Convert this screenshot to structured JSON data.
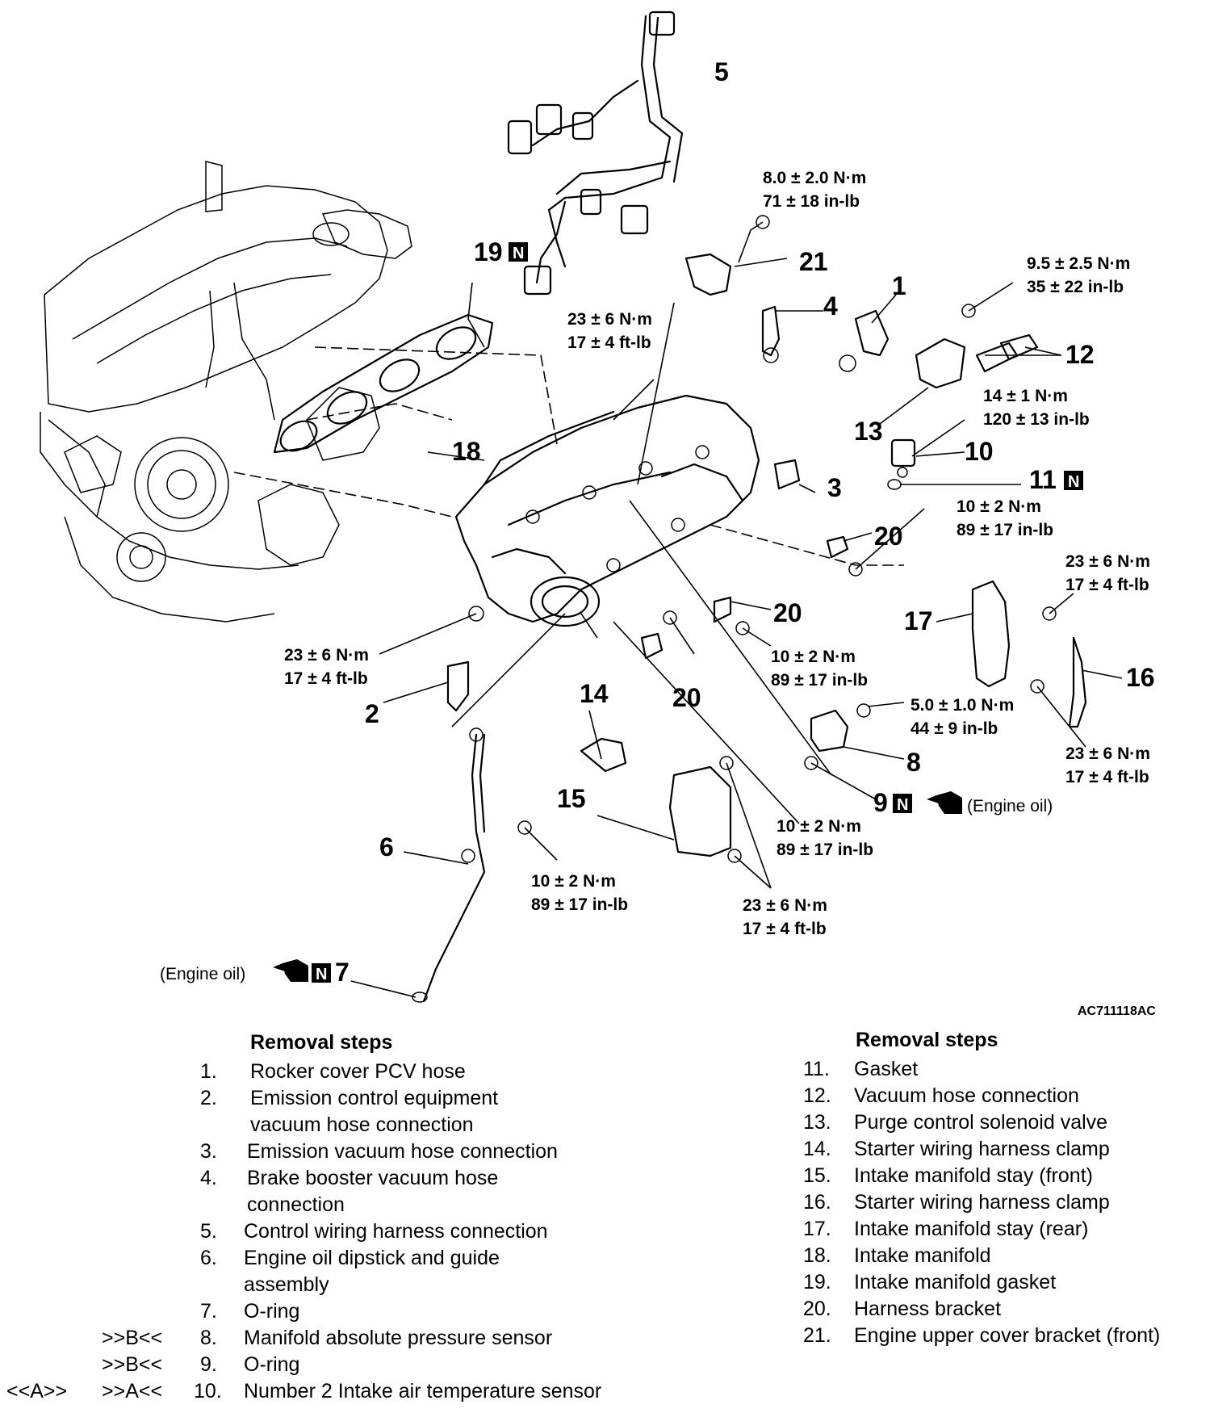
{
  "callouts": {
    "c1": "1",
    "c2": "2",
    "c3": "3",
    "c4": "4",
    "c5": "5",
    "c6": "6",
    "c7": "7",
    "c8": "8",
    "c9": "9",
    "c10": "10",
    "c11": "11",
    "c12": "12",
    "c13": "13",
    "c14": "14",
    "c15": "15",
    "c16": "16",
    "c17": "17",
    "c18": "18",
    "c19": "19",
    "c20a": "20",
    "c20b": "20",
    "c20c": "20",
    "c21": "21"
  },
  "badge": "N",
  "engine_oil_note": "(Engine oil)",
  "torque": {
    "t21_a": "8.0 ± 2.0 N·m",
    "t21_b": "71 ± 18 in-lb",
    "t18_a": "23 ± 6 N·m",
    "t18_b": "17 ± 4 ft-lb",
    "t13_a": "9.5 ± 2.5 N·m",
    "t13_b": "35 ± 22 in-lb",
    "t10_a": "14 ± 1 N·m",
    "t10_b": "120 ± 13 in-lb",
    "t20r_a": "10 ± 2 N·m",
    "t20r_b": "89 ± 17 in-lb",
    "t17_a": "23 ± 6 N·m",
    "t17_b": "17 ± 4 ft-lb",
    "tleft_a": "23 ± 6 N·m",
    "tleft_b": "17 ± 4 ft-lb",
    "t20m_a": "10 ± 2 N·m",
    "t20m_b": "89 ± 17 in-lb",
    "t8_a": "5.0 ± 1.0 N·m",
    "t8_b": "44 ± 9 in-lb",
    "t16_a": "23 ± 6 N·m",
    "t16_b": "17 ± 4 ft-lb",
    "t15_a": "10 ± 2 N·m",
    "t15_b": "89 ± 17 in-lb",
    "t6_a": "10 ± 2 N·m",
    "t6_b": "89 ± 17 in-lb",
    "t15b_a": "23 ± 6 N·m",
    "t15b_b": "17 ± 4 ft-lb"
  },
  "figure_code": "AC711118AC",
  "left_list": {
    "heading": "Removal steps",
    "rows": [
      {
        "mark1": "",
        "mark2": "",
        "num": "1.",
        "text": "Rocker cover PCV hose"
      },
      {
        "mark1": "",
        "mark2": "",
        "num": "2.",
        "text": "Emission control equipment"
      },
      {
        "mark1": "",
        "mark2": "",
        "num": "",
        "text": "vacuum hose connection"
      },
      {
        "mark1": "",
        "mark2": "",
        "num": "3.",
        "text": "Emission vacuum hose connection"
      },
      {
        "mark1": "",
        "mark2": "",
        "num": "4.",
        "text": "Brake booster vacuum hose"
      },
      {
        "mark1": "",
        "mark2": "",
        "num": "",
        "text": "connection"
      },
      {
        "mark1": "",
        "mark2": "",
        "num": "5.",
        "text": "Control wiring harness connection"
      },
      {
        "mark1": "",
        "mark2": "",
        "num": "6.",
        "text": "Engine oil dipstick and guide"
      },
      {
        "mark1": "",
        "mark2": "",
        "num": "",
        "text": "assembly"
      },
      {
        "mark1": "",
        "mark2": "",
        "num": "7.",
        "text": "O-ring"
      },
      {
        "mark1": "",
        "mark2": ">>B<<",
        "num": "8.",
        "text": "Manifold absolute pressure sensor"
      },
      {
        "mark1": "",
        "mark2": ">>B<<",
        "num": "9.",
        "text": "O-ring"
      },
      {
        "mark1": "<<A>>",
        "mark2": ">>A<<",
        "num": "10.",
        "text": "Number 2 Intake air temperature sensor"
      }
    ]
  },
  "right_list": {
    "heading": "Removal steps",
    "rows": [
      {
        "num": "11.",
        "text": "Gasket"
      },
      {
        "num": "12.",
        "text": "Vacuum hose connection"
      },
      {
        "num": "13.",
        "text": "Purge control solenoid valve"
      },
      {
        "num": "14.",
        "text": "Starter wiring harness clamp"
      },
      {
        "num": "15.",
        "text": "Intake manifold stay (front)"
      },
      {
        "num": "16.",
        "text": "Starter wiring harness clamp"
      },
      {
        "num": "17.",
        "text": "Intake manifold stay (rear)"
      },
      {
        "num": "18.",
        "text": "Intake manifold"
      },
      {
        "num": "19.",
        "text": "Intake manifold gasket"
      },
      {
        "num": "20.",
        "text": "Harness bracket"
      },
      {
        "num": "21.",
        "text": "Engine upper cover bracket (front)"
      }
    ]
  }
}
